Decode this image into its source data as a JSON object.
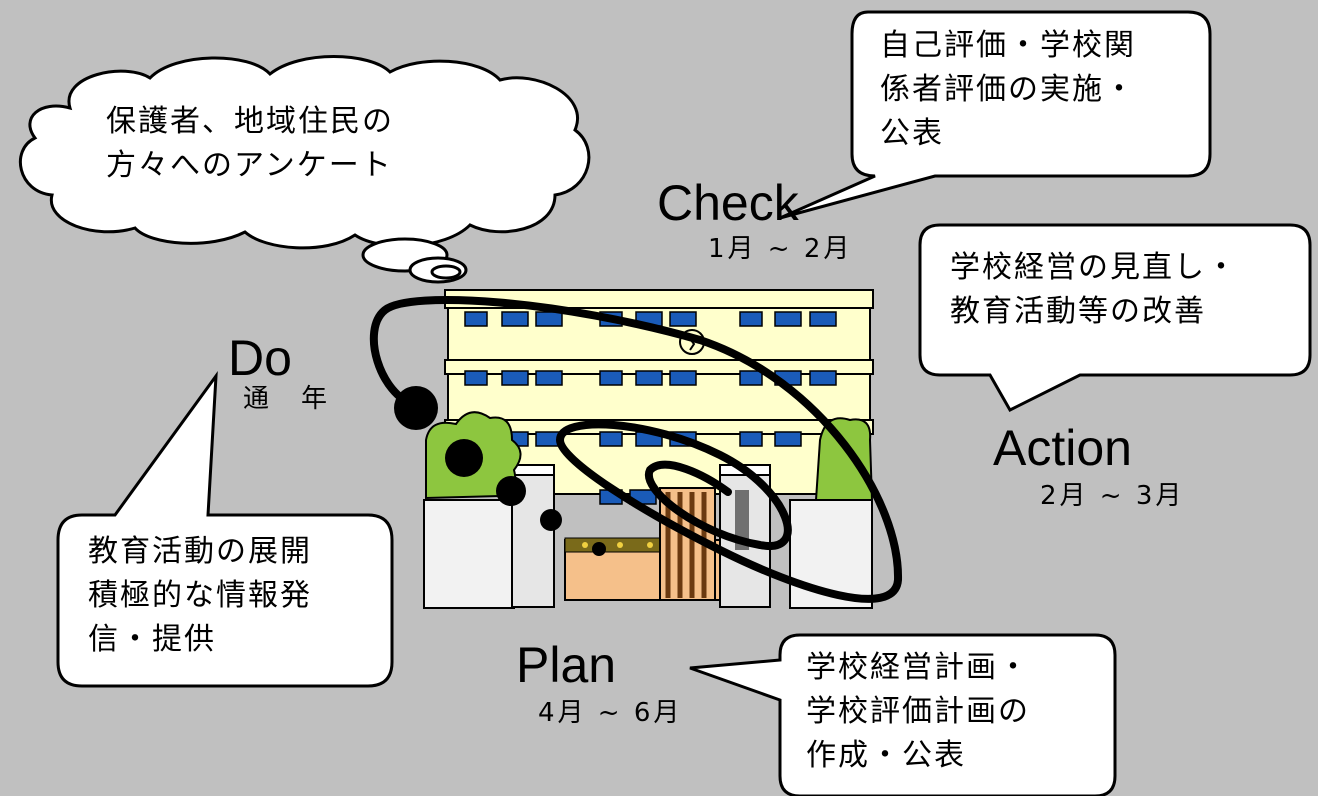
{
  "cycle": {
    "check": {
      "label": "Check",
      "period": "1月 ~ 2月"
    },
    "action": {
      "label": "Action",
      "period": "2月 ~ 3月"
    },
    "plan": {
      "label": "Plan",
      "period": "4月 ~ 6月"
    },
    "do": {
      "label": "Do",
      "period": "通　年"
    }
  },
  "bubbles": {
    "survey": [
      "保護者、地域住民の",
      "方々へのアンケート"
    ],
    "evaluation": [
      "自己評価・学校関",
      "係者評価の実施・",
      "公表"
    ],
    "review": [
      "学校経営の見直し・",
      "教育活動等の改善"
    ],
    "education": [
      "教育活動の展開",
      "積極的な情報発",
      "信・提供"
    ],
    "planning": [
      "学校経営計画・",
      "学校評価計画の",
      "作成・公表"
    ]
  },
  "colors": {
    "background": "#c0c0c0",
    "building": "#ffffcc",
    "windows": "#1a5bb8",
    "trees": "#8dc63f",
    "bubble": "#ffffff"
  }
}
